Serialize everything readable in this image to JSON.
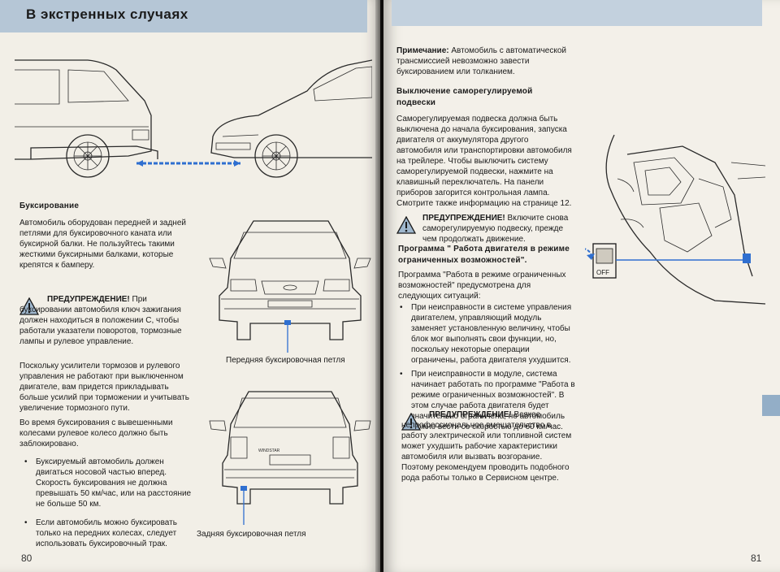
{
  "left": {
    "chapter_title": "В экстренных случаях",
    "towing_heading": "Буксирование",
    "intro": "Автомобиль оборудован передней и задней петлями для буксировочного каната или буксирной балки. Не пользуйтесь такими жесткими буксирными балками, которые крепятся к бамперу.",
    "warning_label": "ПРЕДУПРЕЖДЕНИЕ!",
    "warning_text": "При буксировании автомобиля ключ зажигания должен находиться в положении C, чтобы работали указатели поворотов, тормозные лампы и рулевое управление.",
    "para_brakes": "Поскольку усилители тормозов и рулевого управления не работают при выключенном двигателе, вам придется прикладывать больше усилий при торможении и учитывать увеличение тормозного пути.",
    "para_wheels": "Во время буксирования с вывешенными колесами рулевое колесо должно быть заблокировано.",
    "bullet_marker": "•",
    "bullets": [
      "Буксируемый автомобиль должен двигаться носовой частью вперед. Скорость буксирования не должна превышать 50 км/час, или на расстояние не больше 50 км.",
      "Если автомобиль можно буксировать только на передних колесах, следует использовать буксировочный трак."
    ],
    "caption_front": "Передняя буксировочная петля",
    "caption_rear": "Задняя буксировочная петля",
    "page_number": "80",
    "rear_badge": "WINDSTAR"
  },
  "right": {
    "note_label": "Примечание:",
    "note_text": "Автомобиль с автоматической трансмиссией невозможно завести буксированием или толканием.",
    "suspension_heading": "Выключение саморегулируемой подвески",
    "suspension_text": "Саморегулируемая подвеска должна быть выключена до начала буксирования, запуска двигателя от аккумулятора другого автомобиля или транспортировки автомобиля на трейлере. Чтобы выключить систему саморегулируемой подвески, нажмите на клавишный переключатель. На панели приборов загорится контрольная лампа. Смотрите также информацию на странице 12.",
    "warning1_label": "ПРЕДУПРЕЖДЕНИЕ!",
    "warning1_text": "Включите снова саморегулируемую подвеску, прежде чем продолжать движение.",
    "program_heading": "Программа \" Работа двигателя в режиме ограниченных возможностей\".",
    "program_intro": "Программа \"Работа в режиме ограниченных возможностей\" предусмотрена для следующих ситуаций:",
    "bullet_marker": "•",
    "bullets": [
      "При неисправности в системе управления двигателем, управляющий модуль заменяет установленную величину, чтобы блок мог выполнять свои функции, но, поскольку некоторые операции ограничены, работа двигателя ухудшится.",
      "При неисправности в модуле, система начинает работать по программе \"Работа в режиме ограниченных возможностей\". В этом случае работа двигателя будет значительно ограничена, но автомобиль можно вести со скоростью до 60 км/час."
    ],
    "warning2_label": "ПРЕДУПРЕЖДЕНИЕ!",
    "warning2_text": "Всякое непрофессиональное вмешательство в работу электрической или топливной систем может ухудшить рабочие характеристики автомобиля или вызвать возгорание. Поэтому рекомендуем проводить подобного рода работы только в Сервисном центре.",
    "switch_label": "OFF",
    "page_number": "81"
  },
  "colors": {
    "header_band": "#b5c6d6",
    "accent_blue": "#2f6fd0",
    "side_tab": "#93aec7"
  },
  "icons": [
    "warning-triangle-icon",
    "warning-triangle-icon",
    "warning-triangle-icon"
  ]
}
